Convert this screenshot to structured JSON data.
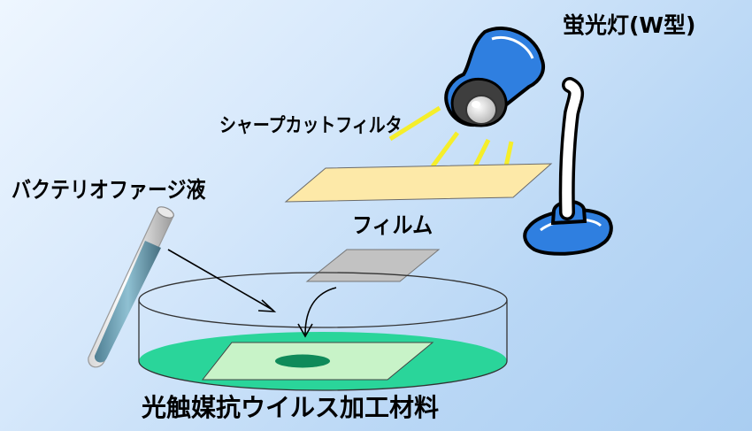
{
  "labels": {
    "lamp": "蛍光灯(W型)",
    "sharp_cut_filter": "シャープカットフィルタ",
    "bacteriophage_liquid": "バクテリオファージ液",
    "film": "フィルム",
    "material": "光触媒抗ウイルス加工材料"
  },
  "colors": {
    "lamp_blue": "#2f7fe0",
    "filter_yellow": "#fde9a8",
    "light_rays": "#f5ee2a",
    "film_gray": "#c2c2c2",
    "dish_liquid": "#2ad59a",
    "material_sheet": "#c8f3c8",
    "tube_liquid": "#6d9cb0"
  },
  "icons": [
    "desk-lamp-icon",
    "test-tube-icon",
    "petri-dish-icon"
  ]
}
